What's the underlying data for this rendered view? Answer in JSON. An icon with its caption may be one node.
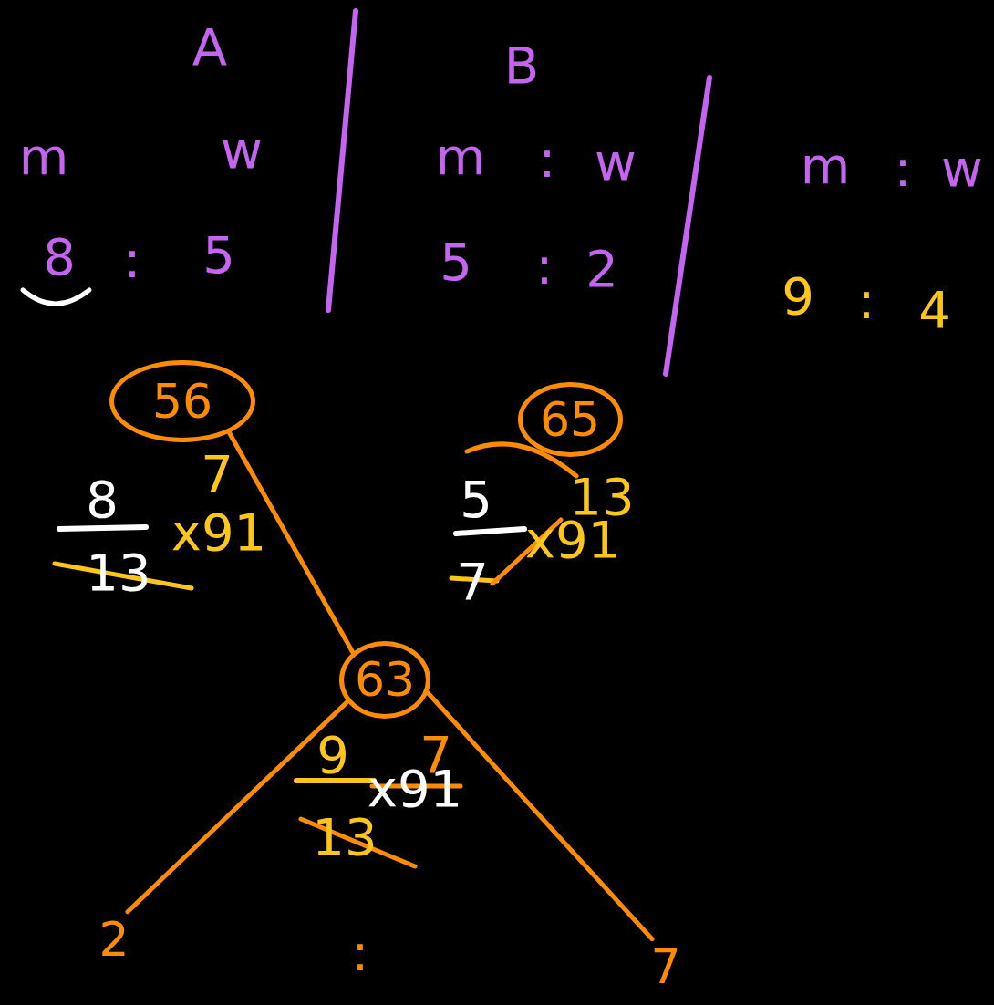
{
  "diagram": {
    "nodes": [
      {
        "text": [
          "56"
        ]
      },
      {
        "text": [
          "65"
        ]
      },
      {
        "text": [
          "63"
        ]
      },
      {
        "text": [
          "2"
        ]
      },
      {
        "text": [
          "7"
        ]
      }
    ],
    "edges": [
      {
        "from": 0,
        "to": 2,
        "arrow": "none"
      },
      {
        "from": 2,
        "to": 3,
        "arrow": "none"
      },
      {
        "from": 2,
        "to": 4,
        "arrow": "none"
      }
    ],
    "labels": [
      "A",
      "B",
      "m",
      "w",
      "8",
      ":",
      "5",
      "m",
      ":",
      "w",
      "5",
      ":",
      "2",
      "m",
      ":",
      "w",
      "9",
      ":",
      "4",
      "7",
      "8",
      "x91",
      "13",
      "5",
      "13",
      "x91",
      "7",
      "9",
      "7",
      "x91",
      "13",
      ":"
    ]
  }
}
